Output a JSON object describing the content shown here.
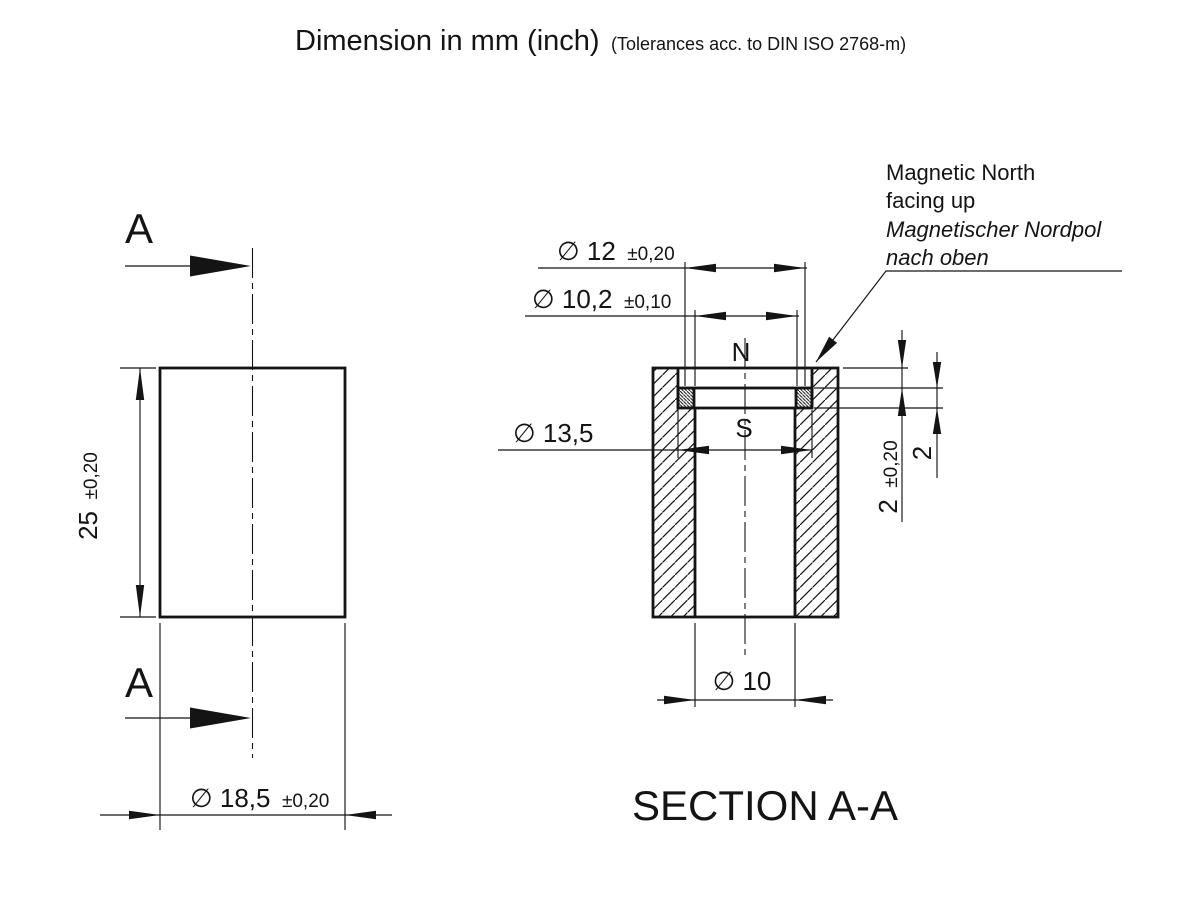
{
  "title": {
    "main": "Dimension in mm (inch)",
    "note": "(Tolerances acc. to DIN ISO 2768-m)"
  },
  "left_view": {
    "section_arrow_top_label": "A",
    "section_arrow_bottom_label": "A",
    "height_dim": {
      "value": "25",
      "tolerance": "±0,20"
    },
    "outer_diameter_dim": {
      "value": "∅ 18,5",
      "tolerance": "±0,20"
    }
  },
  "section_view": {
    "label": "SECTION A-A",
    "pole_top": "N",
    "pole_bottom": "S",
    "ring_outer_diameter_dim": {
      "value": "∅ 12",
      "tolerance": "±0,20"
    },
    "ring_inner_diameter_dim": {
      "value": "∅ 10,2",
      "tolerance": "±0,10"
    },
    "recess_diameter_dim": {
      "value": "∅ 13,5"
    },
    "bore_diameter_dim": {
      "value": "∅ 10"
    },
    "recess_depth_dim": {
      "value": "2",
      "tolerance": "±0,20"
    },
    "ring_thickness_dim": {
      "value": "2"
    },
    "note": {
      "lines": [
        "Magnetic North",
        "facing up",
        "Magnetischer Nordpol",
        "nach oben"
      ]
    }
  },
  "colors": {
    "line": "#141414",
    "background": "#ffffff"
  }
}
